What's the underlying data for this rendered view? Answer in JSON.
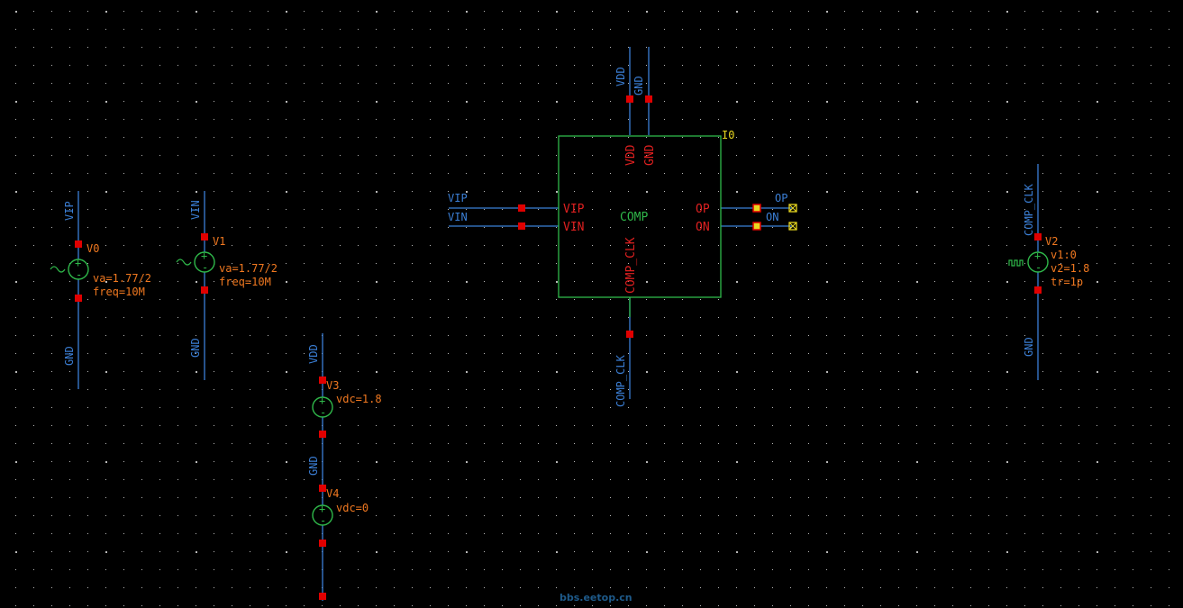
{
  "colors": {
    "background": "#000000",
    "grid_dot": "#b8b8b8",
    "wire": "#3b7fd6",
    "net_label": "#3b7fd6",
    "pin_square": "#e00000",
    "instance_text": "#f07820",
    "symbol_body": "#2fb84a",
    "pin_text": "#e02020",
    "io_pin": "#e8d820",
    "watermark": "#1e5a8a"
  },
  "instance": {
    "ref": "I0",
    "cell": "COMP",
    "pins_left": [
      "VIP",
      "VIN"
    ],
    "pins_right": [
      "OP",
      "ON"
    ],
    "pins_top": [
      "VDD",
      "GND"
    ],
    "pin_bottom": "COMP_CLK"
  },
  "nets": {
    "vip": "VIP",
    "vin": "VIN",
    "vdd": "VDD",
    "gnd": "GND",
    "clk": "COMP_CLK",
    "op": "OP",
    "on": "ON"
  },
  "sources": {
    "v0": {
      "name": "V0",
      "p1": "va=1.77/2",
      "p2": "freq=10M"
    },
    "v1": {
      "name": "V1",
      "p1": "va=1.77/2",
      "p2": "freq=10M"
    },
    "v2": {
      "name": "V2",
      "p1": "v1:0",
      "p2": "v2=1.8",
      "p3": "tr=1p"
    },
    "v3": {
      "name": "V3",
      "p1": "vdc=1.8"
    },
    "v4": {
      "name": "V4",
      "p1": "vdc=0"
    }
  },
  "watermark": "bbs.eetop.cn"
}
